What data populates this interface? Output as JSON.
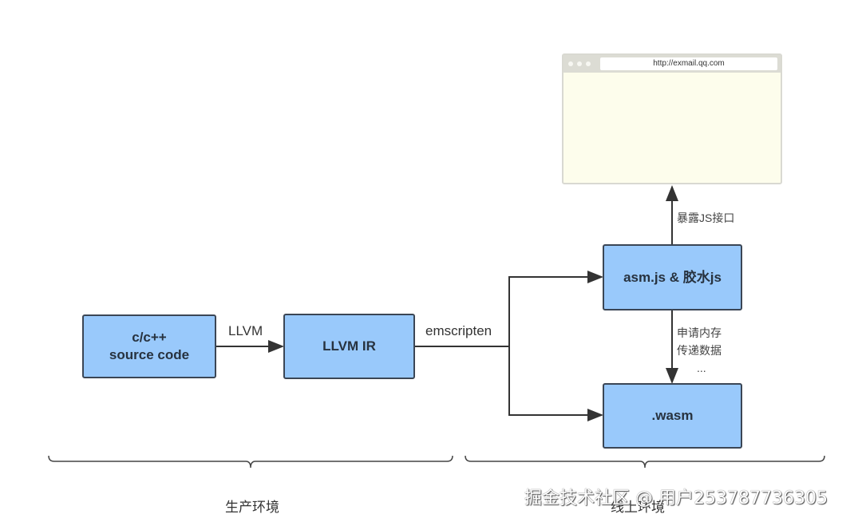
{
  "nodes": {
    "source": {
      "line1": "c/c++",
      "line2": "source code"
    },
    "ir": {
      "label": "LLVM IR"
    },
    "asm": {
      "label": "asm.js & 胶水js"
    },
    "wasm": {
      "label": ".wasm"
    }
  },
  "edges": {
    "llvm": "LLVM",
    "emscripten": "emscripten",
    "expose": "暴露JS接口",
    "interop_line1": "申请内存",
    "interop_line2": "传递数据",
    "interop_line3": "..."
  },
  "browser": {
    "url": "http://exmail.qq.com"
  },
  "zones": {
    "production": "生产环境",
    "online": "线上环境"
  },
  "watermark": "掘金技术社区 @ 用户253787736305",
  "colors": {
    "node_fill": "#99c9fb",
    "node_border": "#3b4655",
    "browser_fill": "#fdfdec"
  }
}
